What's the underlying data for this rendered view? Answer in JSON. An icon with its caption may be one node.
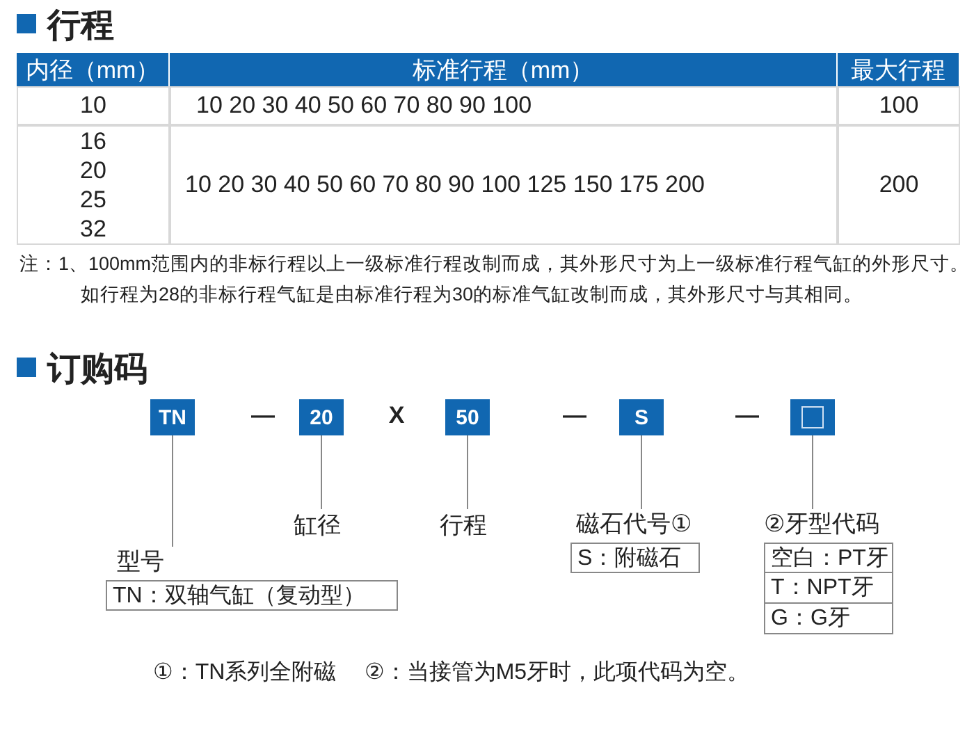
{
  "diagram": {
    "nodes": [
      {
        "text": [
          "TN"
        ]
      },
      {
        "text": [
          "20"
        ]
      },
      {
        "text": [
          "50"
        ]
      },
      {
        "text": [
          "S"
        ]
      },
      {
        "text": [],
        "shape": "box"
      },
      {
        "text": [
          "型号",
          "TN：双轴气缸（复动型）"
        ]
      },
      {
        "text": [
          "缸径"
        ]
      },
      {
        "text": [
          "行程"
        ]
      },
      {
        "text": [
          "磁石代号①",
          "S：附磁石"
        ]
      },
      {
        "text": [
          "②牙型代码",
          "空白：PT牙",
          "T：NPT牙",
          "G：G牙"
        ]
      }
    ],
    "edges": [
      {
        "from": 0,
        "to": 5,
        "arrow": "none"
      },
      {
        "from": 1,
        "to": 6,
        "arrow": "none"
      },
      {
        "from": 2,
        "to": 7,
        "arrow": "none"
      },
      {
        "from": 3,
        "to": 8,
        "arrow": "none"
      },
      {
        "from": 4,
        "to": 9,
        "arrow": "none"
      }
    ],
    "labels": [
      "行程",
      "内径（mm）",
      "标准行程（mm）",
      "最大行程",
      "10",
      "10 20 30 40 50 60 70 80 90 100",
      "100",
      "16 20 25 32",
      "10 20 30 40 50 60 70 80 90 100 125 150 175 200",
      "200",
      "注：1、100mm范围内的非标行程以上一级标准行程改制而成，其外形尺寸为上一级标准行程气缸的外形尺寸。",
      "如行程为28的非标行程气缸是由标准行程为30的标准气缸改制而成，其外形尺寸与其相同。",
      "订购码",
      "—",
      "X",
      "—",
      "—",
      "①：TN系列全附磁",
      "②：当接管为M5牙时，此项代码为空。"
    ]
  }
}
